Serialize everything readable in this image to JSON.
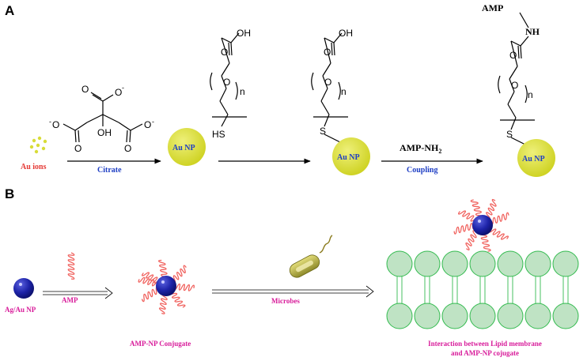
{
  "panels": {
    "a": "A",
    "b": "B"
  },
  "panel_a": {
    "au_ions": "Au ions",
    "citrate": "Citrate",
    "au_np": "Au NP",
    "reagent": "AMP-NH",
    "reagent_sub": "2",
    "coupling": "Coupling",
    "amp": "AMP",
    "nh": "NH",
    "oh": "OH",
    "oh_citrate": "OH",
    "o_minus": "O",
    "minus": "-",
    "o": "O",
    "n": "n",
    "hs": "HS",
    "s": "S"
  },
  "panel_b": {
    "ag_au_np": "Ag/Au NP",
    "amp": "AMP",
    "microbes": "Microbes",
    "conjugate": "AMP-NP Conjugate",
    "interaction_line1": "Interaction between Lipid membrane",
    "interaction_line2": "and AMP-NP cojugate"
  },
  "colors": {
    "gold_np": "#d8dc38",
    "blue_np": "#1a1f9e",
    "amp_helix": "#f0625e",
    "membrane": "#bfe3c4",
    "membrane_stroke": "#33bb4f",
    "red_text": "#e53935",
    "blue_text": "#1f3fc4",
    "magenta_text": "#d81b9a"
  }
}
